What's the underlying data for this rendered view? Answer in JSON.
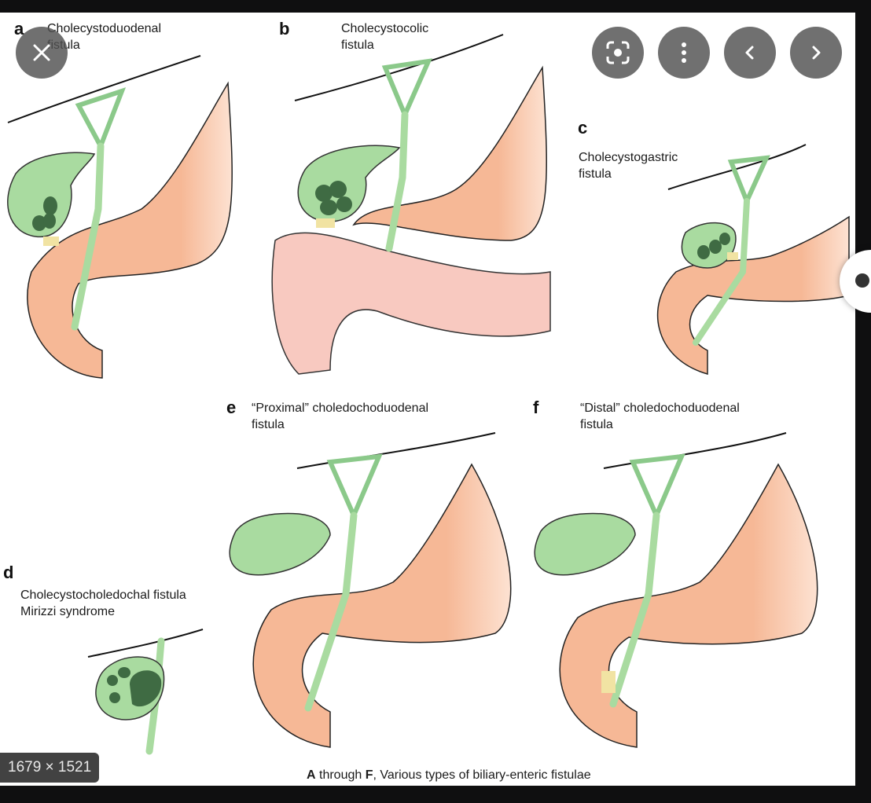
{
  "figure": {
    "panels": [
      {
        "letter": "a",
        "label": "Cholecystoduodenal\nfistula"
      },
      {
        "letter": "b",
        "label": "Cholecystocolic\nfistula"
      },
      {
        "letter": "c",
        "label": "Cholecystogastric\nfistula"
      },
      {
        "letter": "d",
        "label": "Cholecystocholedochal fistula\nMirizzi syndrome"
      },
      {
        "letter": "e",
        "label": "“Proximal” choledochoduodenal\nfistula"
      },
      {
        "letter": "f",
        "label": "“Distal” choledochoduodenal\nfistula"
      }
    ],
    "caption_bold_1": "A",
    "caption_mid": " through ",
    "caption_bold_2": "F",
    "caption_rest": ", Various types of biliary-enteric fistulae"
  },
  "viewer": {
    "dimensions": "1679 × 1521",
    "icons": [
      "close-icon",
      "lens-icon",
      "more-vert-icon",
      "chevron-left-icon",
      "chevron-right-icon"
    ]
  },
  "colors": {
    "bile": "#a9dba0",
    "stone": "#3f6b43",
    "stomach": "#f6b896",
    "colon": "#f8c9c0",
    "background": "#0f0f10"
  }
}
